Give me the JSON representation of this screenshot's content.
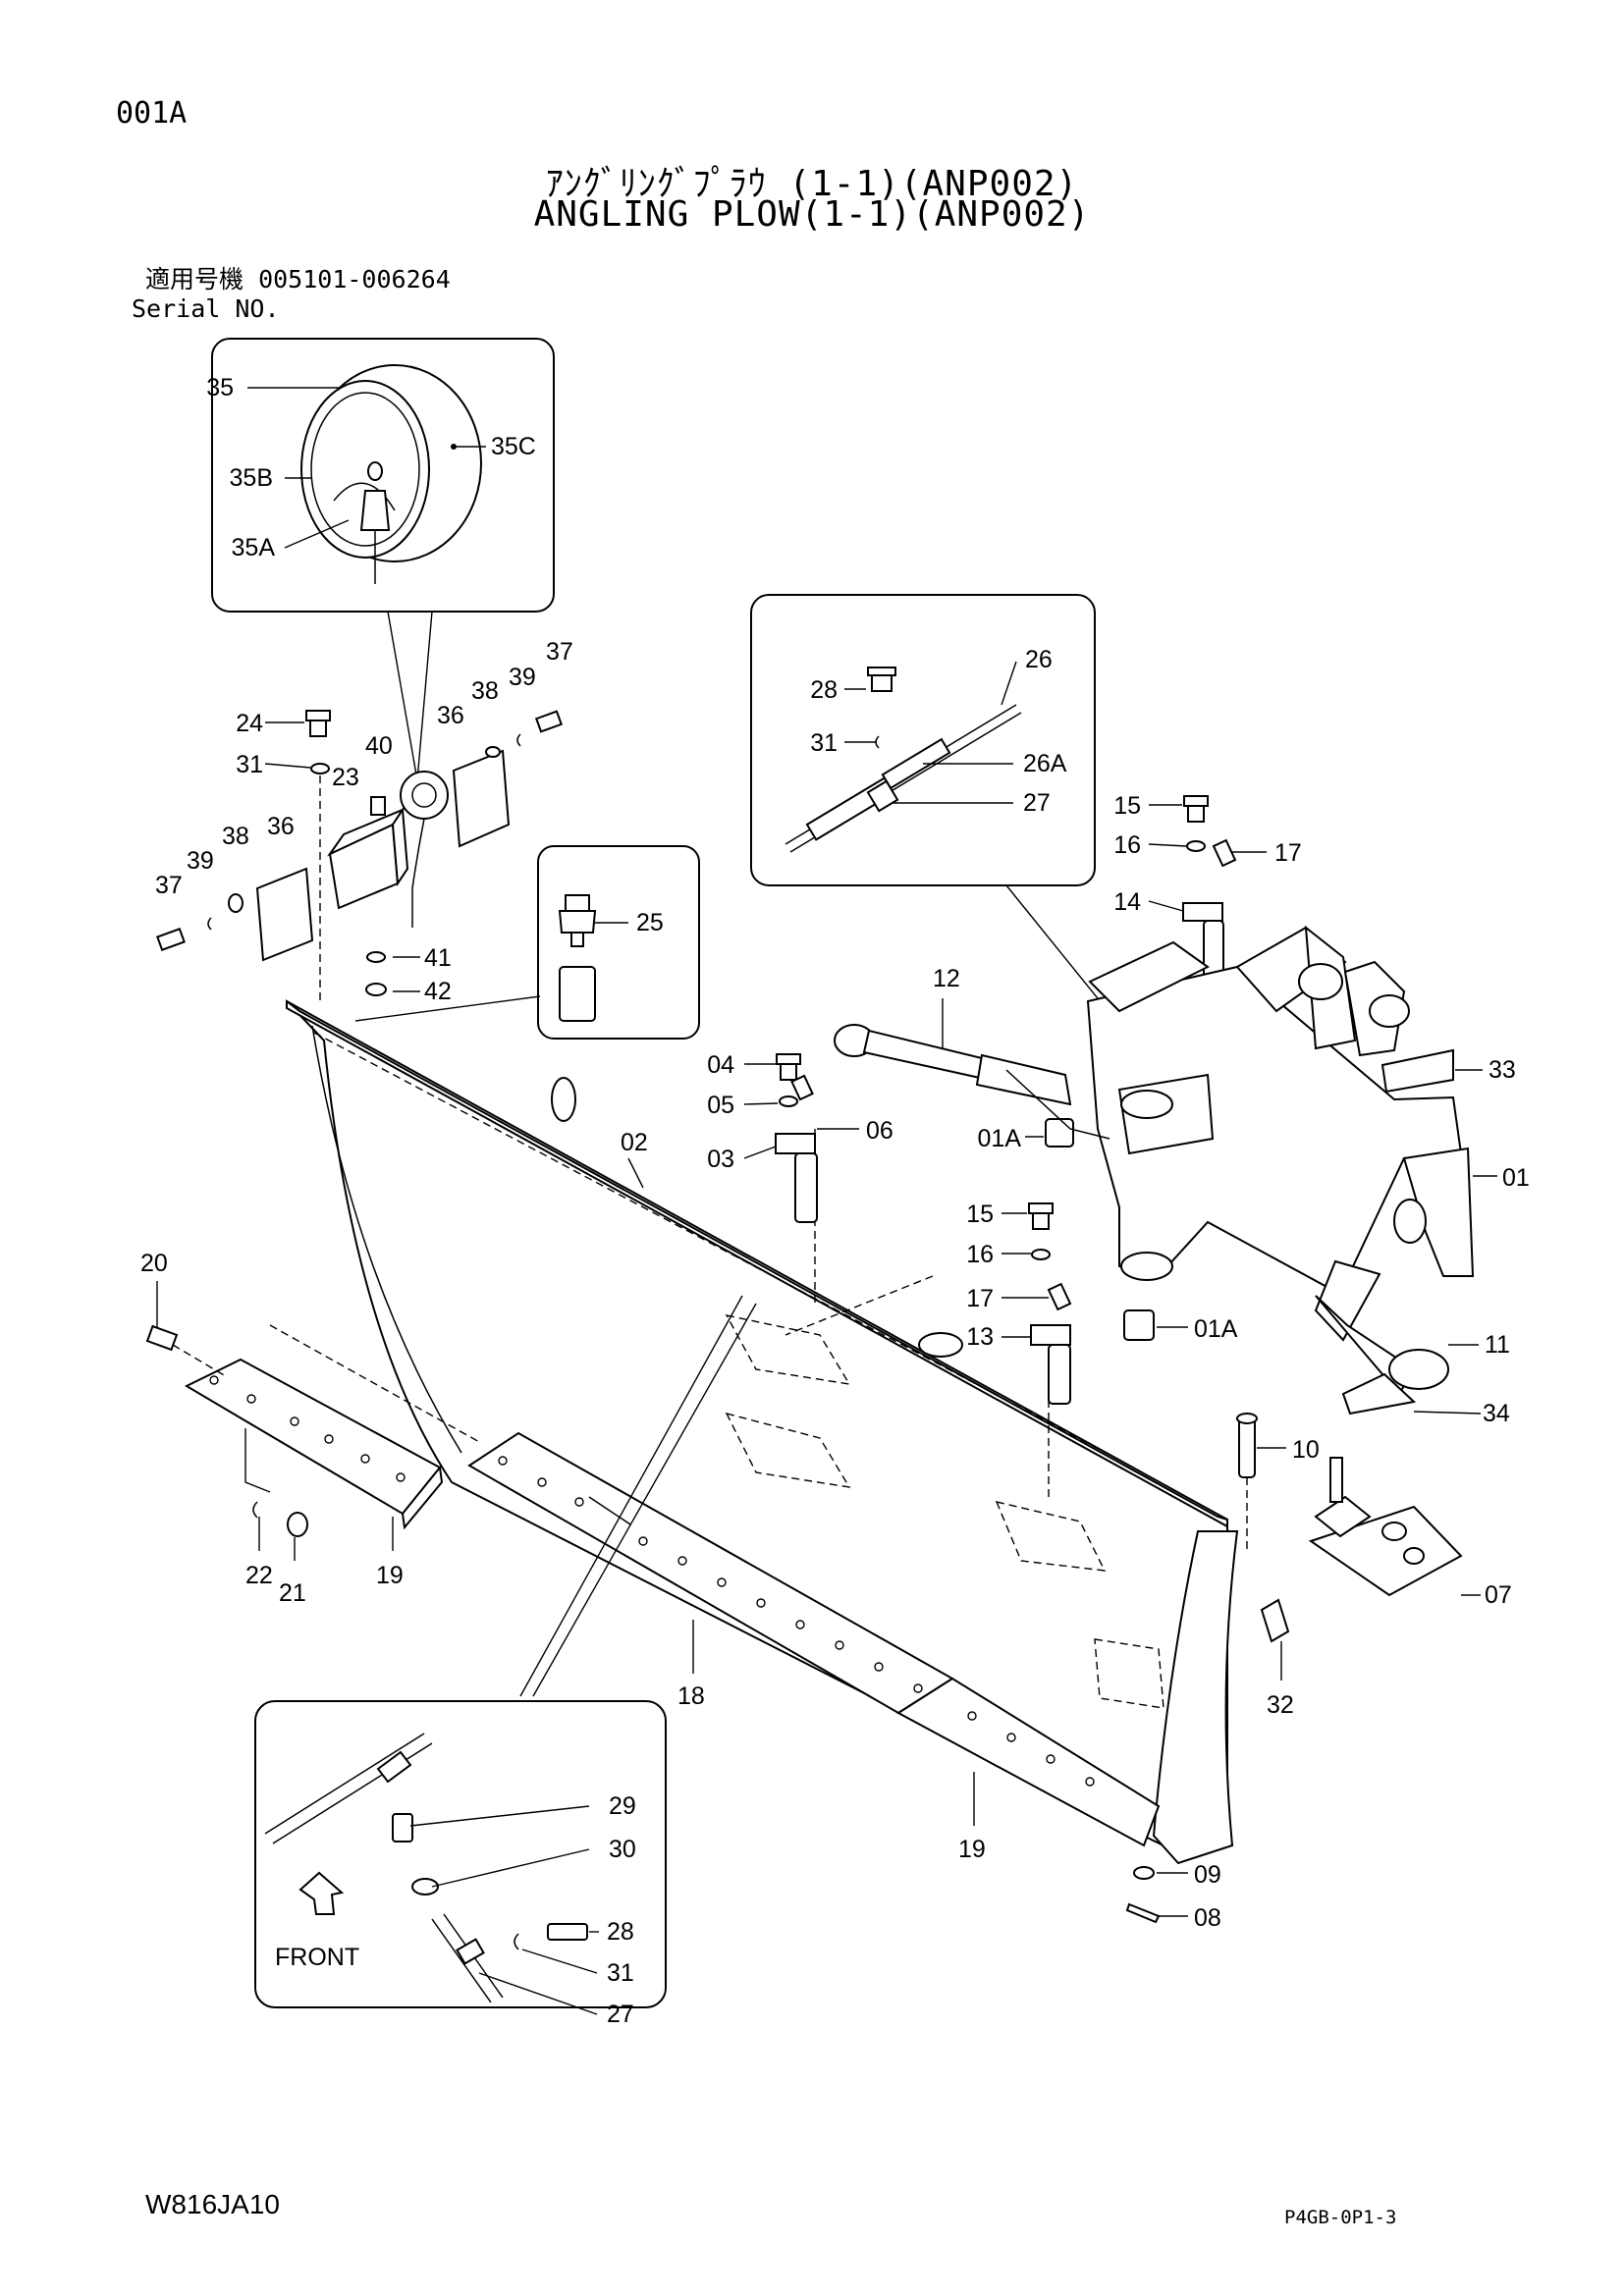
{
  "header": {
    "page_code": "001A",
    "title_jp": "ｱﾝｸﾞﾘﾝｸﾞﾌﾟﾗｳ (1-1)(ANP002)",
    "title_en": "ANGLING PLOW(1-1)(ANP002)",
    "serial_label_jp": "適用号機",
    "serial_range": "005101-006264",
    "serial_label_en": "Serial NO."
  },
  "footer": {
    "drawing_code": "W816JA10",
    "sheet_ref": "P4GB-0P1-3"
  },
  "callouts": {
    "c35": "35",
    "c35B": "35B",
    "c35A": "35A",
    "c35C": "35C",
    "c24": "24",
    "c31a": "31",
    "c23": "23",
    "c40": "40",
    "c36a": "36",
    "c38a": "38",
    "c39a": "39",
    "c37a": "37",
    "c38b": "38",
    "c36b": "36",
    "c39b": "39",
    "c37b": "37",
    "c41": "41",
    "c42": "42",
    "c25": "25",
    "c28a": "28",
    "c31b": "31",
    "c26": "26",
    "c26A": "26A",
    "c27a": "27",
    "c15a": "15",
    "c16a": "16",
    "c17a": "17",
    "c14": "14",
    "c12": "12",
    "c33": "33",
    "c04": "04",
    "c05": "05",
    "c06": "06",
    "c03": "03",
    "c01Aa": "01A",
    "c01": "01",
    "c02": "02",
    "c15b": "15",
    "c16b": "16",
    "c17b": "17",
    "c13": "13",
    "c01Ab": "01A",
    "c11": "11",
    "c34": "34",
    "c20": "20",
    "c10": "10",
    "c07": "07",
    "c22": "22",
    "c21": "21",
    "c19a": "19",
    "c18": "18",
    "c32": "32",
    "c19b": "19",
    "c09": "09",
    "c08": "08",
    "c29": "29",
    "c30": "30",
    "c28b": "28",
    "c31c": "31",
    "c27b": "27",
    "front_label": "FRONT"
  }
}
